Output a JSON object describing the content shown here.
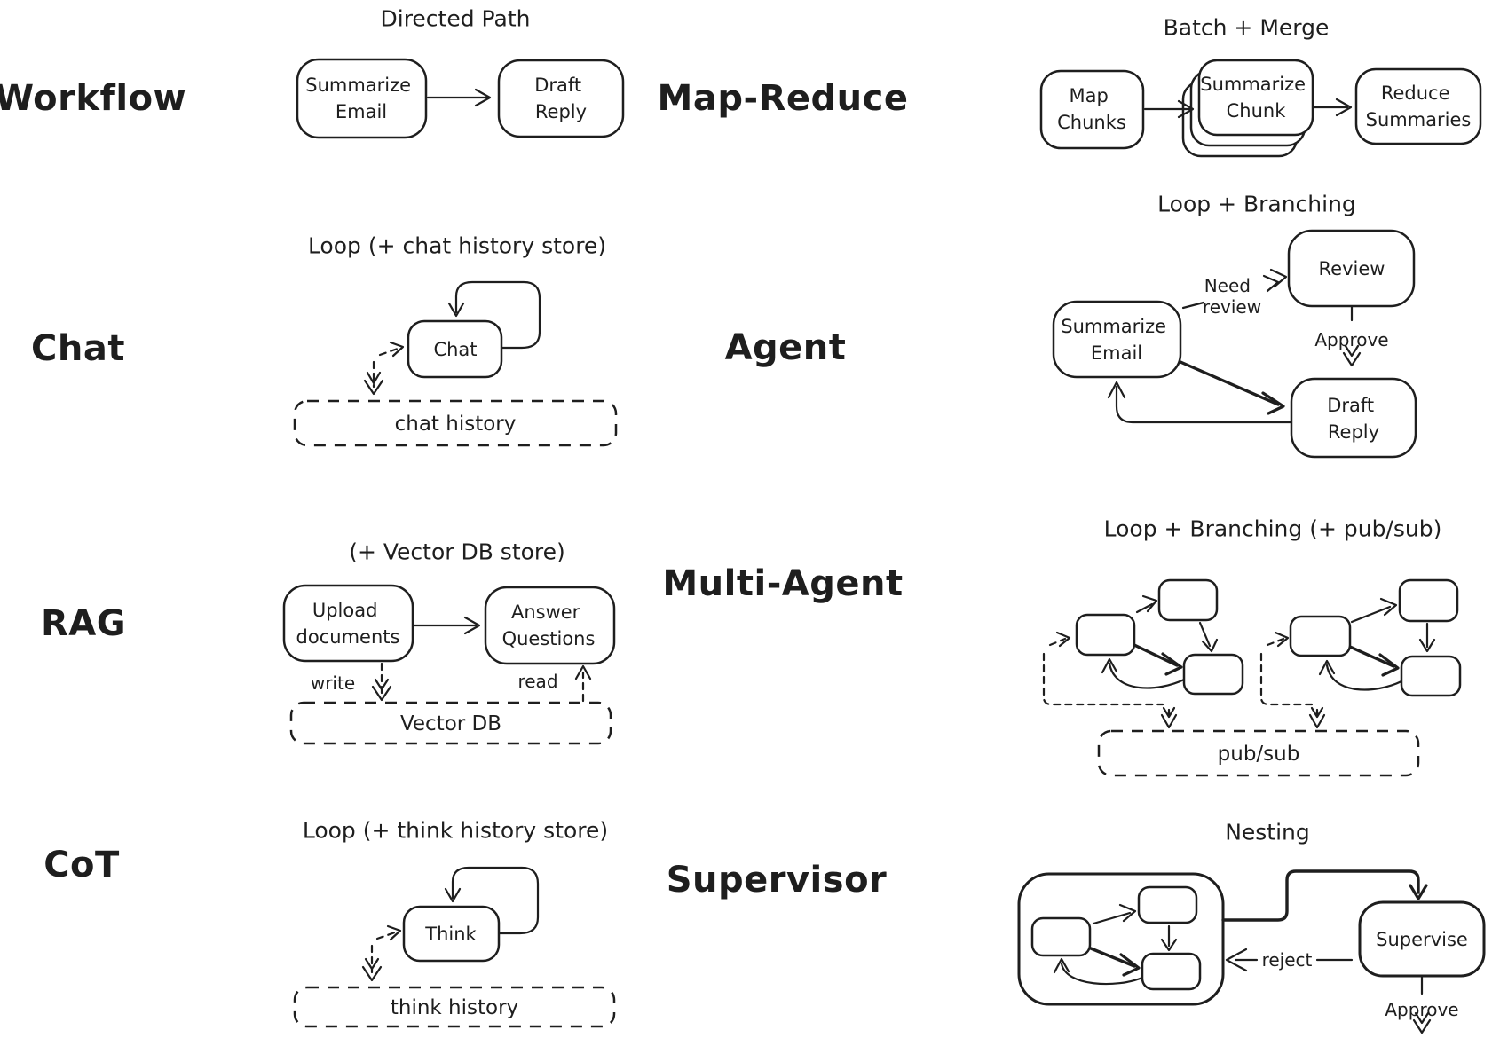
{
  "canvas": {
    "ink": "#1e1e1e",
    "background": "#ffffff"
  },
  "sections": {
    "workflow": {
      "label": "Workflow",
      "title": "Directed Path",
      "nodes": {
        "summarize_email": [
          "Summarize",
          "Email"
        ],
        "draft_reply": [
          "Draft",
          "Reply"
        ]
      }
    },
    "map_reduce": {
      "label": "Map-Reduce",
      "title": "Batch + Merge",
      "nodes": {
        "map_chunks": [
          "Map",
          "Chunks"
        ],
        "summarize_chunk": [
          "Summarize",
          "Chunk"
        ],
        "reduce_summaries": [
          "Reduce",
          "Summaries"
        ]
      }
    },
    "chat": {
      "label": "Chat",
      "title": "Loop (+ chat history store)",
      "nodes": {
        "chat": "Chat"
      },
      "store": "chat history"
    },
    "agent": {
      "label": "Agent",
      "title": "Loop + Branching",
      "nodes": {
        "summarize_email": [
          "Summarize",
          "Email"
        ],
        "review": "Review",
        "draft_reply": [
          "Draft",
          "Reply"
        ]
      },
      "edge_labels": {
        "need_review": [
          "Need",
          "review"
        ],
        "approve": "Approve"
      }
    },
    "rag": {
      "label": "RAG",
      "title": "(+ Vector DB store)",
      "nodes": {
        "upload_documents": [
          "Upload",
          "documents"
        ],
        "answer_questions": [
          "Answer",
          "Questions"
        ]
      },
      "store": "Vector DB",
      "edge_labels": {
        "write": "write",
        "read": "read"
      }
    },
    "multi_agent": {
      "label": "Multi-Agent",
      "title": "Loop + Branching (+ pub/sub)",
      "store": "pub/sub"
    },
    "cot": {
      "label": "CoT",
      "title": "Loop (+ think history store)",
      "nodes": {
        "think": "Think"
      },
      "store": "think history"
    },
    "supervisor": {
      "label": "Supervisor",
      "title": "Nesting",
      "nodes": {
        "supervise": "Supervise"
      },
      "edge_labels": {
        "reject": "reject",
        "approve": "Approve"
      }
    }
  }
}
